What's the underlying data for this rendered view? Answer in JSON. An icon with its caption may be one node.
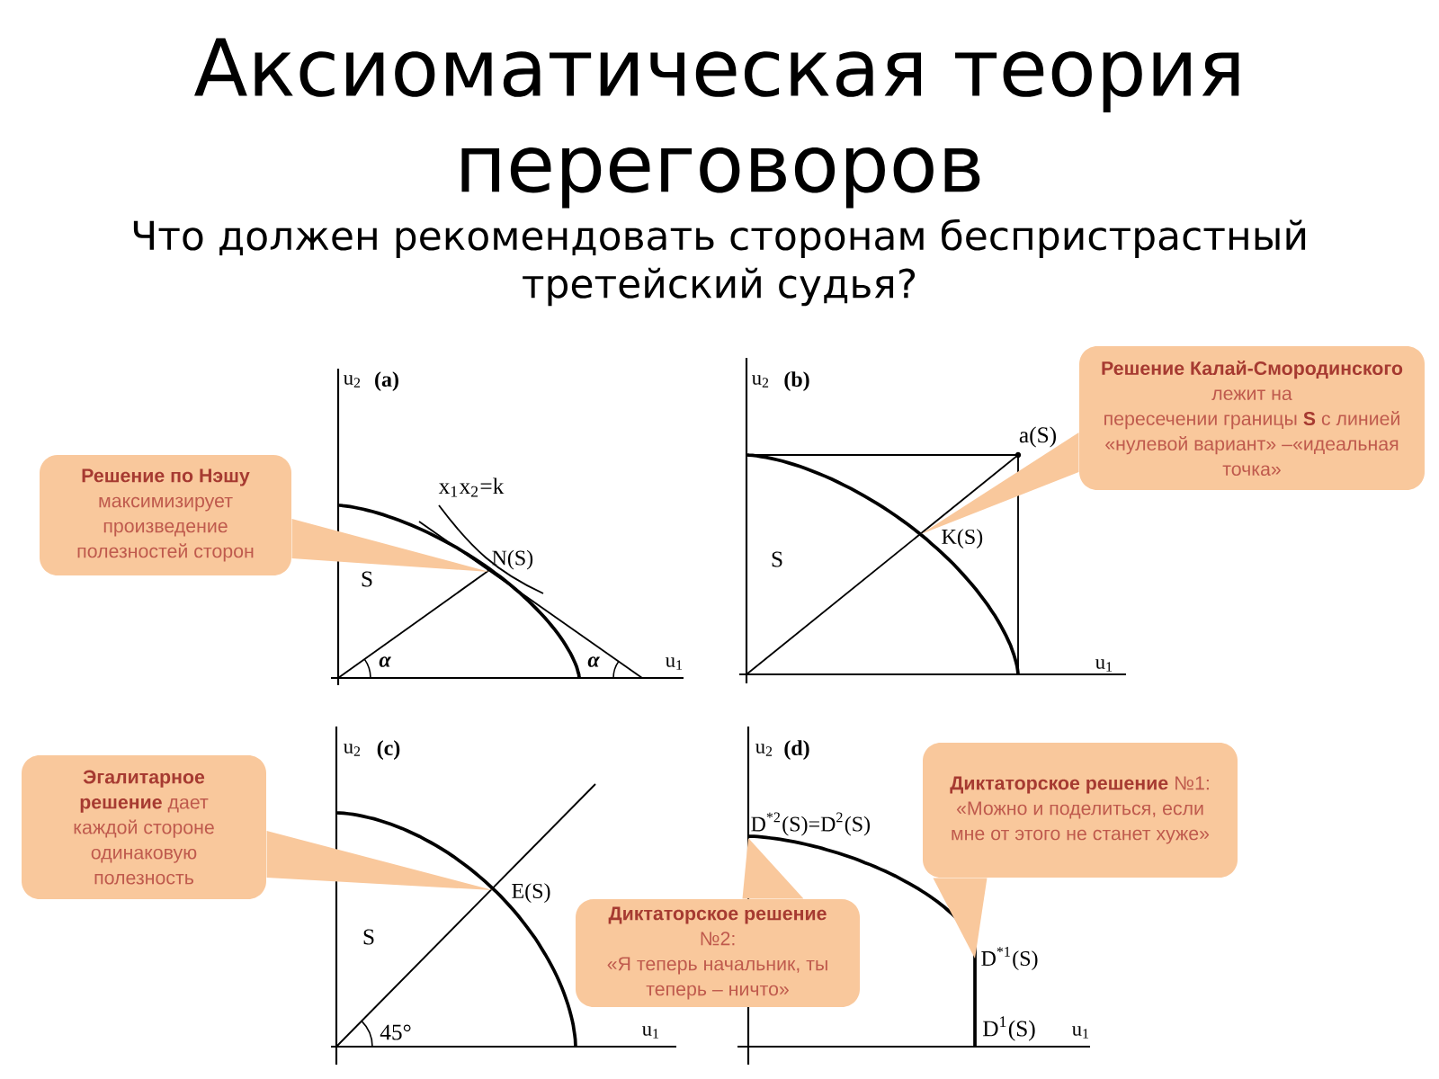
{
  "diagram": {
    "title": "Аксиоматическая теория переговоров",
    "nodes": [
      {
        "text": [
          "Решение по Нэшу",
          "максимизирует произведение полезностей сторон"
        ]
      },
      {
        "text": [
          "N(S)"
        ]
      },
      {
        "text": [
          "Решение Калай-Смородинского",
          "лежит на",
          "пересечении границы **S** с линией «нулевой вариант» –«идеальная точка»"
        ]
      },
      {
        "text": [
          "K(S)"
        ]
      },
      {
        "text": [
          "**Эгалитарное решение** дает каждой стороне одинаковую полезность"
        ]
      },
      {
        "text": [
          "E(S)"
        ]
      },
      {
        "text": [
          "**Диктаторское решение** №1:",
          "«Можно и поделиться, если мне от этого не станет хуже»"
        ]
      },
      {
        "text": [
          "D$^{*1}$(S)"
        ]
      },
      {
        "text": [
          "D$^{*2}$(S)=D$^{2}$(S)"
        ]
      },
      {
        "text": [
          "**Диктаторское решение** №2:",
          "«Я теперь начальник, ты теперь – ничто»"
        ]
      }
    ],
    "edges": [
      {
        "from": 0,
        "to": 1,
        "arrow": "to"
      },
      {
        "from": 2,
        "to": 3,
        "arrow": "to"
      },
      {
        "from": 4,
        "to": 5,
        "arrow": "to"
      },
      {
        "from": 6,
        "to": 7,
        "arrow": "to"
      },
      {
        "from": 9,
        "to": 8,
        "arrow": "to"
      }
    ],
    "labels": [
      "Что должен рекомендовать сторонам беспристрастный третейский судья?",
      "u$_{2}$",
      "(a)",
      "x$_{1}$x$_{2}$=k",
      "S",
      "α",
      "α",
      "u$_{1}$",
      "u$_{2}$",
      "(b)",
      "a(S)",
      "S",
      "u$_{1}$",
      "u$_{2}$",
      "(c)",
      "S",
      "45°",
      "u$_{1}$",
      "u$_{2}$",
      "(d)",
      "D$^{1}$(S)",
      "u$_{1}$"
    ]
  }
}
